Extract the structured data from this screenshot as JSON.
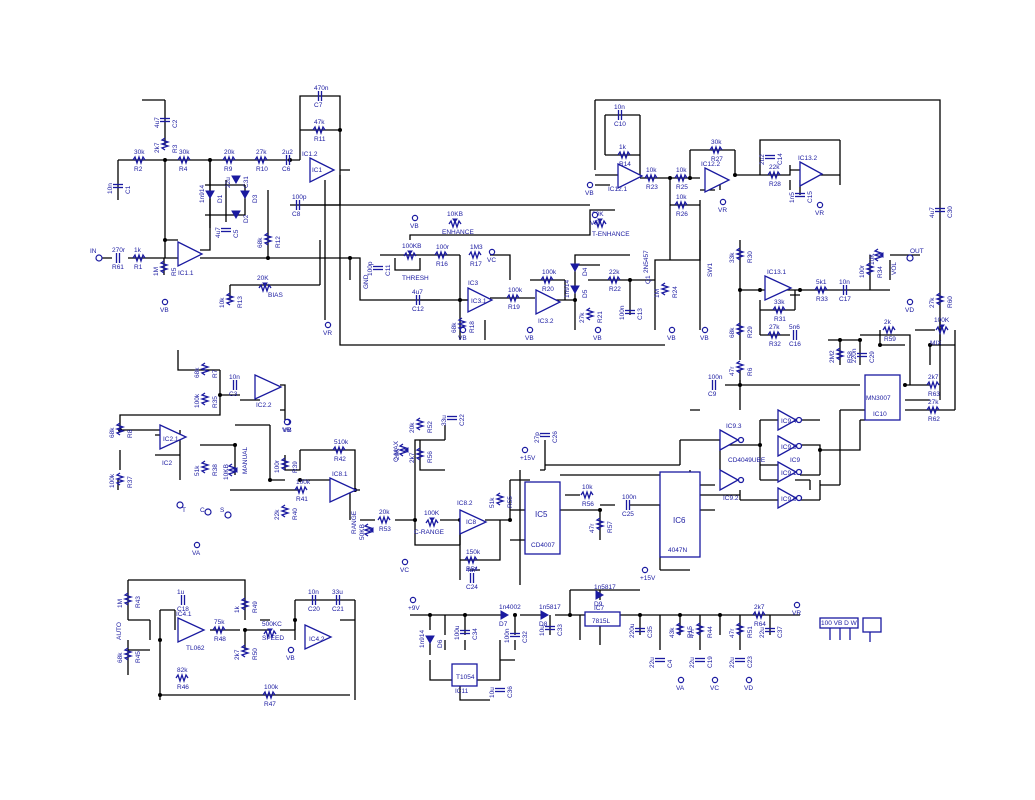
{
  "opamps": [
    {
      "label": "IC1.1"
    },
    {
      "label": "IC1.2"
    },
    {
      "label": "IC2.2"
    },
    {
      "label": "IC2.1"
    },
    {
      "label": "IC8.1"
    },
    {
      "label": "IC8.2"
    },
    {
      "label": "IC4.1"
    },
    {
      "label": "IC4.2"
    },
    {
      "label": "IC3.1"
    },
    {
      "label": "IC3.2"
    },
    {
      "label": "IC12.1"
    },
    {
      "label": "IC12.2"
    },
    {
      "label": "IC13.1"
    },
    {
      "label": "IC13.2"
    }
  ],
  "chips": {
    "ic5": {
      "name": "IC5",
      "part": "CD4007"
    },
    "ic6": {
      "name": "IC6",
      "part": "4047N"
    },
    "ic10": {
      "name": "IC10",
      "part": "MN3007"
    },
    "ic7": {
      "name": "IC7",
      "part": "7815L"
    },
    "ic11": {
      "name": "T1054",
      "sub": "IC11"
    },
    "ic9": {
      "name": "IC9",
      "part": "CD4049UBE"
    }
  },
  "inverters": [
    "IC9.3",
    "IC9.4",
    "IC9.5",
    "IC9.1",
    "IC9.2",
    "IC9.6"
  ],
  "annotations": [
    {
      "text": "TL062"
    },
    {
      "text": "IC2"
    },
    {
      "text": "IC3"
    },
    {
      "text": "IC1"
    },
    {
      "text": "IC8"
    },
    {
      "text": "ENHANCE"
    },
    {
      "text": "T-ENHANCE"
    },
    {
      "text": "THRESH"
    },
    {
      "text": "BIAS"
    },
    {
      "text": "SPEED"
    },
    {
      "text": "C-RANGE"
    },
    {
      "text": "RANGE"
    },
    {
      "text": "MANUAL"
    },
    {
      "text": "AUTO"
    },
    {
      "text": "C-MAX"
    },
    {
      "text": "MIX"
    },
    {
      "text": "VOL"
    },
    {
      "text": "GND"
    },
    {
      "text": "SW1"
    },
    {
      "text": "2N5457"
    },
    {
      "text": "Q1"
    }
  ],
  "rails": [
    {
      "text": "VB"
    },
    {
      "text": "VB"
    },
    {
      "text": "VB"
    },
    {
      "text": "VB"
    },
    {
      "text": "VB"
    },
    {
      "text": "VB"
    },
    {
      "text": "VB"
    },
    {
      "text": "VB"
    },
    {
      "text": "VB"
    },
    {
      "text": "VB"
    },
    {
      "text": "VR"
    },
    {
      "text": "VR"
    },
    {
      "text": "VR"
    },
    {
      "text": "VR"
    },
    {
      "text": "VR"
    },
    {
      "text": "VR"
    },
    {
      "text": "VC"
    },
    {
      "text": "VC"
    },
    {
      "text": "VC"
    },
    {
      "text": "VA"
    },
    {
      "text": "VA"
    },
    {
      "text": "VD"
    },
    {
      "text": "VD"
    },
    {
      "text": "+15V"
    },
    {
      "text": "+15V"
    },
    {
      "text": "+9V"
    }
  ],
  "terminals": [
    {
      "text": "IN"
    },
    {
      "text": "OUT"
    },
    {
      "text": "T"
    },
    {
      "text": "C"
    },
    {
      "text": "S"
    }
  ],
  "components": [
    {
      "name": "R1",
      "value": "1k"
    },
    {
      "name": "R2",
      "value": "30k"
    },
    {
      "name": "R3",
      "value": "2k7"
    },
    {
      "name": "R4",
      "value": "30k"
    },
    {
      "name": "R5",
      "value": "1M"
    },
    {
      "name": "R9",
      "value": "20k"
    },
    {
      "name": "R10",
      "value": "27k"
    },
    {
      "name": "R11",
      "value": "47k"
    },
    {
      "name": "R12",
      "value": "68k"
    },
    {
      "name": "R13",
      "value": "10k"
    },
    {
      "name": "R16",
      "value": "100r"
    },
    {
      "name": "R17",
      "value": "1M3"
    },
    {
      "name": "R18",
      "value": "68k"
    },
    {
      "name": "R19",
      "value": "100k"
    },
    {
      "name": "R20",
      "value": "100k"
    },
    {
      "name": "R21",
      "value": "27k"
    },
    {
      "name": "R22",
      "value": "22k"
    },
    {
      "name": "R23",
      "value": "10k"
    },
    {
      "name": "R24",
      "value": "1M"
    },
    {
      "name": "R25",
      "value": "10k"
    },
    {
      "name": "R26",
      "value": "10k"
    },
    {
      "name": "R27",
      "value": "30k"
    },
    {
      "name": "R28",
      "value": "22k"
    },
    {
      "name": "R29",
      "value": "68k"
    },
    {
      "name": "R30",
      "value": "33k"
    },
    {
      "name": "R31",
      "value": "33k"
    },
    {
      "name": "R32",
      "value": "27k"
    },
    {
      "name": "R33",
      "value": "5k1"
    },
    {
      "name": "R34",
      "value": "100r"
    },
    {
      "name": "R35",
      "value": "100k"
    },
    {
      "name": "R7",
      "value": "68k"
    },
    {
      "name": "R8",
      "value": "68k"
    },
    {
      "name": "R37",
      "value": "100k"
    },
    {
      "name": "R38",
      "value": "51k"
    },
    {
      "name": "R39",
      "value": "100r"
    },
    {
      "name": "R40",
      "value": "22k"
    },
    {
      "name": "R41",
      "value": "100k"
    },
    {
      "name": "R42",
      "value": "510k"
    },
    {
      "name": "R43",
      "value": "1M"
    },
    {
      "name": "R45",
      "value": "68k"
    },
    {
      "name": "R46",
      "value": "82k"
    },
    {
      "name": "R47",
      "value": "100k"
    },
    {
      "name": "R48",
      "value": "75k"
    },
    {
      "name": "R49",
      "value": "1k"
    },
    {
      "name": "R50",
      "value": "2k7"
    },
    {
      "name": "R56",
      "value": "2k7"
    },
    {
      "name": "R52",
      "value": "20k"
    },
    {
      "name": "R53",
      "value": "20k"
    },
    {
      "name": "R54",
      "value": "150k"
    },
    {
      "name": "R55",
      "value": "51k"
    },
    {
      "name": "R56",
      "value": "10k"
    },
    {
      "name": "R57",
      "value": "47r"
    },
    {
      "name": "R58",
      "value": "2M2"
    },
    {
      "name": "R59",
      "value": "2k"
    },
    {
      "name": "R60",
      "value": "27k"
    },
    {
      "name": "R62",
      "value": "27k"
    },
    {
      "name": "R63",
      "value": "2k7"
    },
    {
      "name": "R64",
      "value": "2k7"
    },
    {
      "name": "R6",
      "value": "47r"
    },
    {
      "name": "R14",
      "value": "1k"
    },
    {
      "name": "R15",
      "value": "43k"
    },
    {
      "name": "R44",
      "value": "47r"
    },
    {
      "name": "R51",
      "value": "47r"
    },
    {
      "name": "R61",
      "value": "270r"
    },
    {
      "name": "C1",
      "value": "10n"
    },
    {
      "name": "C2",
      "value": "4u7"
    },
    {
      "name": "C3",
      "value": "10n"
    },
    {
      "name": "C5",
      "value": "4u7"
    },
    {
      "name": "C6",
      "value": "2u2"
    },
    {
      "name": "C7",
      "value": "470n"
    },
    {
      "name": "C8",
      "value": "100p"
    },
    {
      "name": "C9",
      "value": "100n"
    },
    {
      "name": "C10",
      "value": "10n"
    },
    {
      "name": "C11",
      "value": "100p"
    },
    {
      "name": "C12",
      "value": "4u7"
    },
    {
      "name": "C13",
      "value": "100n"
    },
    {
      "name": "C14",
      "value": "2u2"
    },
    {
      "name": "C15",
      "value": "1n5"
    },
    {
      "name": "C16",
      "value": "5n6"
    },
    {
      "name": "C17",
      "value": "10n"
    },
    {
      "name": "C18",
      "value": "1u"
    },
    {
      "name": "C20",
      "value": "10n"
    },
    {
      "name": "C21",
      "value": "33u"
    },
    {
      "name": "C22",
      "value": "33u"
    },
    {
      "name": "C24",
      "value": "4u7"
    },
    {
      "name": "C25",
      "value": "100n"
    },
    {
      "name": "C26",
      "value": "27p"
    },
    {
      "name": "C29",
      "value": "220n"
    },
    {
      "name": "C30",
      "value": "4u7"
    },
    {
      "name": "C32",
      "value": "100n"
    },
    {
      "name": "C33",
      "value": "10u"
    },
    {
      "name": "C34",
      "value": "100u"
    },
    {
      "name": "C35",
      "value": "220u"
    },
    {
      "name": "C36",
      "value": "10u"
    },
    {
      "name": "C37",
      "value": "22u"
    },
    {
      "name": "C4",
      "value": "22u"
    },
    {
      "name": "C19",
      "value": "22u"
    },
    {
      "name": "C23",
      "value": "22u"
    },
    {
      "name": "C31",
      "value": "22u"
    },
    {
      "name": "D1",
      "value": "1n914"
    },
    {
      "name": "D2",
      "value": ""
    },
    {
      "name": "D3",
      "value": ""
    },
    {
      "name": "D4",
      "value": ""
    },
    {
      "name": "D5",
      "value": "1n914"
    },
    {
      "name": "D6",
      "value": "1n914"
    },
    {
      "name": "D7",
      "value": "1n4002"
    },
    {
      "name": "D8",
      "value": "1n5817"
    },
    {
      "name": "D9",
      "value": "1n5817"
    },
    {
      "name": "D13",
      "value": "1n5817"
    }
  ],
  "pots": [
    {
      "text": "10KB"
    },
    {
      "text": "100KB"
    },
    {
      "text": "20K"
    },
    {
      "text": "20K"
    },
    {
      "text": "10KB"
    },
    {
      "text": "500KC"
    },
    {
      "text": "50KB"
    },
    {
      "text": "100K"
    },
    {
      "text": "20K"
    },
    {
      "text": "10K"
    },
    {
      "text": "100K"
    }
  ],
  "connector": {
    "text": "100 VB D W"
  }
}
